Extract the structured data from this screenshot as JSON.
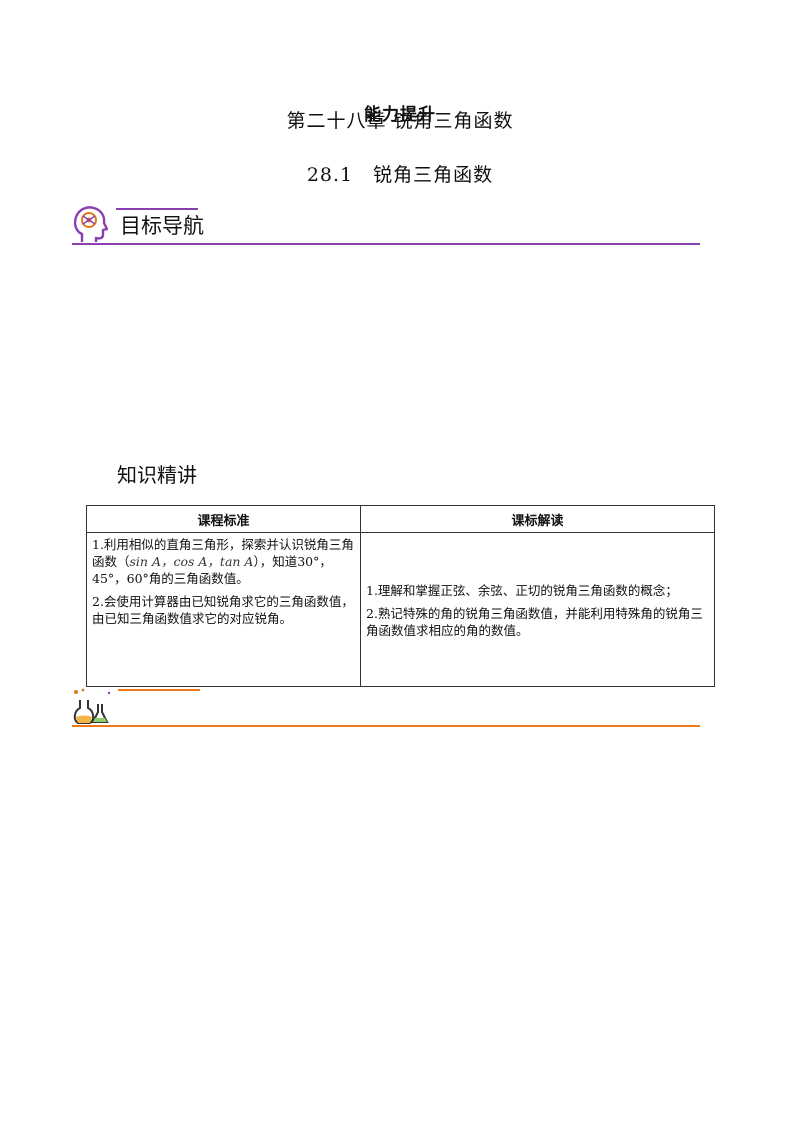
{
  "header": {
    "chapter_title": "第二十八章  锐角三角函数",
    "overlay_title": "能力提升",
    "section_title": "28.1　锐角三角函数"
  },
  "goal_nav": {
    "heading": "目标导航",
    "icon": "head-brain-icon",
    "accent_color": "#8a3fb0"
  },
  "knowledge": {
    "heading": "知识精讲"
  },
  "standards_table": {
    "columns": [
      "课程标准",
      "课标解读"
    ],
    "left_items": [
      {
        "before": "1.利用相似的直角三角形，探索并认识锐角三角函数（",
        "formula": "sin A，cos A，tan A",
        "after": "），知道30°，45°，60°角的三角函数值。"
      },
      {
        "before": "2.会使用计算器由已知锐角求它的三角函数值，由已知三角函数值求它的对应锐角。",
        "formula": "",
        "after": ""
      }
    ],
    "right_items": [
      "1.理解和掌握正弦、余弦、正切的锐角三角函数的概念；",
      "2.熟记特殊的角的锐角三角函数值，并能利用特殊角的锐角三角函数值求相应的角的数值。"
    ]
  },
  "lab_section": {
    "icon": "lab-flask-icon",
    "accent_color": "#f07a1a"
  }
}
